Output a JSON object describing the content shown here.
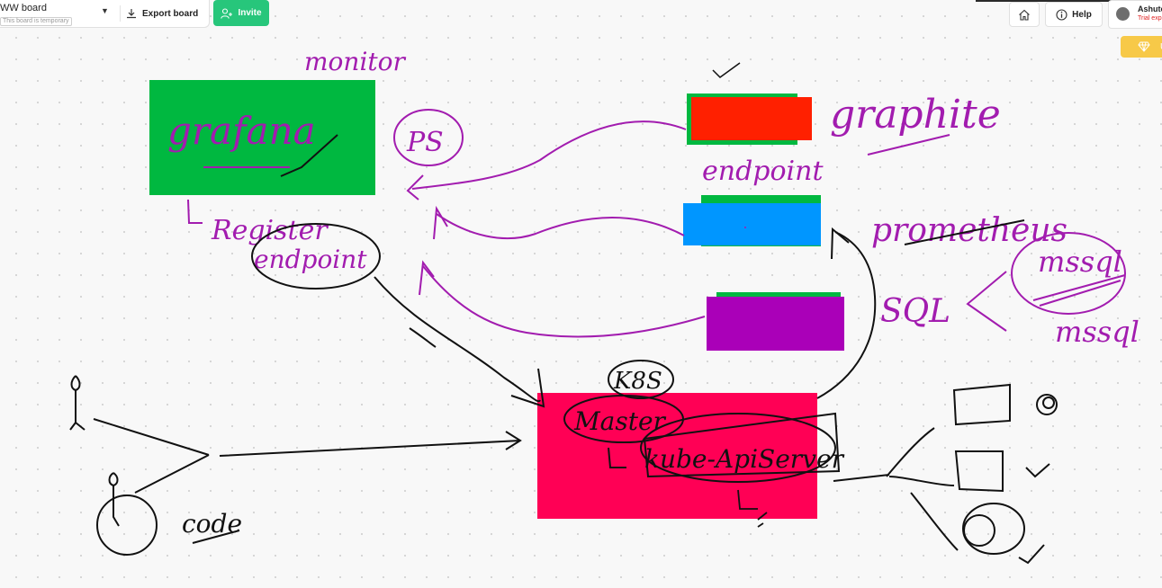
{
  "toolbar": {
    "board_name": "WW board",
    "temp_label": "This board is temporary",
    "export_label": "Export board",
    "invite_label": "Invite",
    "help_label": "Help",
    "user_name": "Ashuto",
    "trial_label": "Trial exp",
    "upgrade_label": "U"
  },
  "icons": {
    "chevron": "chevron-down-icon",
    "export": "download-icon",
    "invite": "add-user-icon",
    "home": "home-icon",
    "help": "info-icon",
    "upgrade": "diamond-icon"
  },
  "colors": {
    "grafana_box": "#00b840",
    "graphite_box": "#ff2000",
    "prometheus_box": "#0096ff",
    "mssql_box": "#aa00b8",
    "k8s_box": "#ff0055",
    "invite": "#27c67b",
    "upgrade": "#f7c948",
    "ink_purple": "#a21caf",
    "ink_black": "#111111"
  },
  "handwriting": {
    "monitor": "monitor",
    "grafana": "grafana",
    "ps": "PS",
    "register": "Register",
    "endpoint_circled": "endpoint",
    "graphite": "graphite",
    "endpoint": "endpoint",
    "prometheus": "prometheus",
    "sql": "SQL",
    "mssql": "mssql",
    "mssql_lower": "mssql",
    "k8s": "K8S",
    "master": "Master",
    "kube_api": "kube-ApiServer",
    "code": "code"
  }
}
